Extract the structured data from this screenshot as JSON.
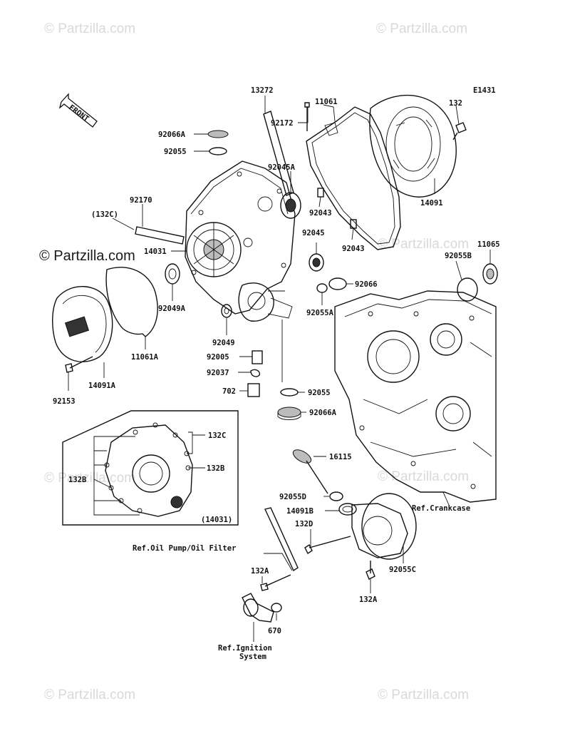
{
  "diagram_code": "E1431",
  "front_label": "FRONT",
  "watermarks": {
    "faint": "© Partzilla.com",
    "bold": "© Partzilla.com"
  },
  "part_labels": [
    "13272",
    "11061",
    "132",
    "92066A",
    "92055",
    "92172",
    "92045A",
    "92170",
    "(132C)",
    "14031",
    "92043",
    "92043",
    "14091",
    "92045",
    "92055B",
    "11065",
    "92066",
    "92049A",
    "92055A",
    "92049",
    "11061A",
    "92005",
    "92037",
    "14091A",
    "92153",
    "702",
    "92055",
    "92066A",
    "132C",
    "132B",
    "132B",
    "(14031)",
    "16115",
    "92055D",
    "14091B",
    "132D",
    "132A",
    "132A",
    "92055C",
    "670"
  ],
  "references": {
    "crankcase": "Ref.Crankcase",
    "oil_pump": "Ref.Oil Pump/Oil Filter",
    "ignition_line1": "Ref.Ignition",
    "ignition_line2": "System"
  }
}
